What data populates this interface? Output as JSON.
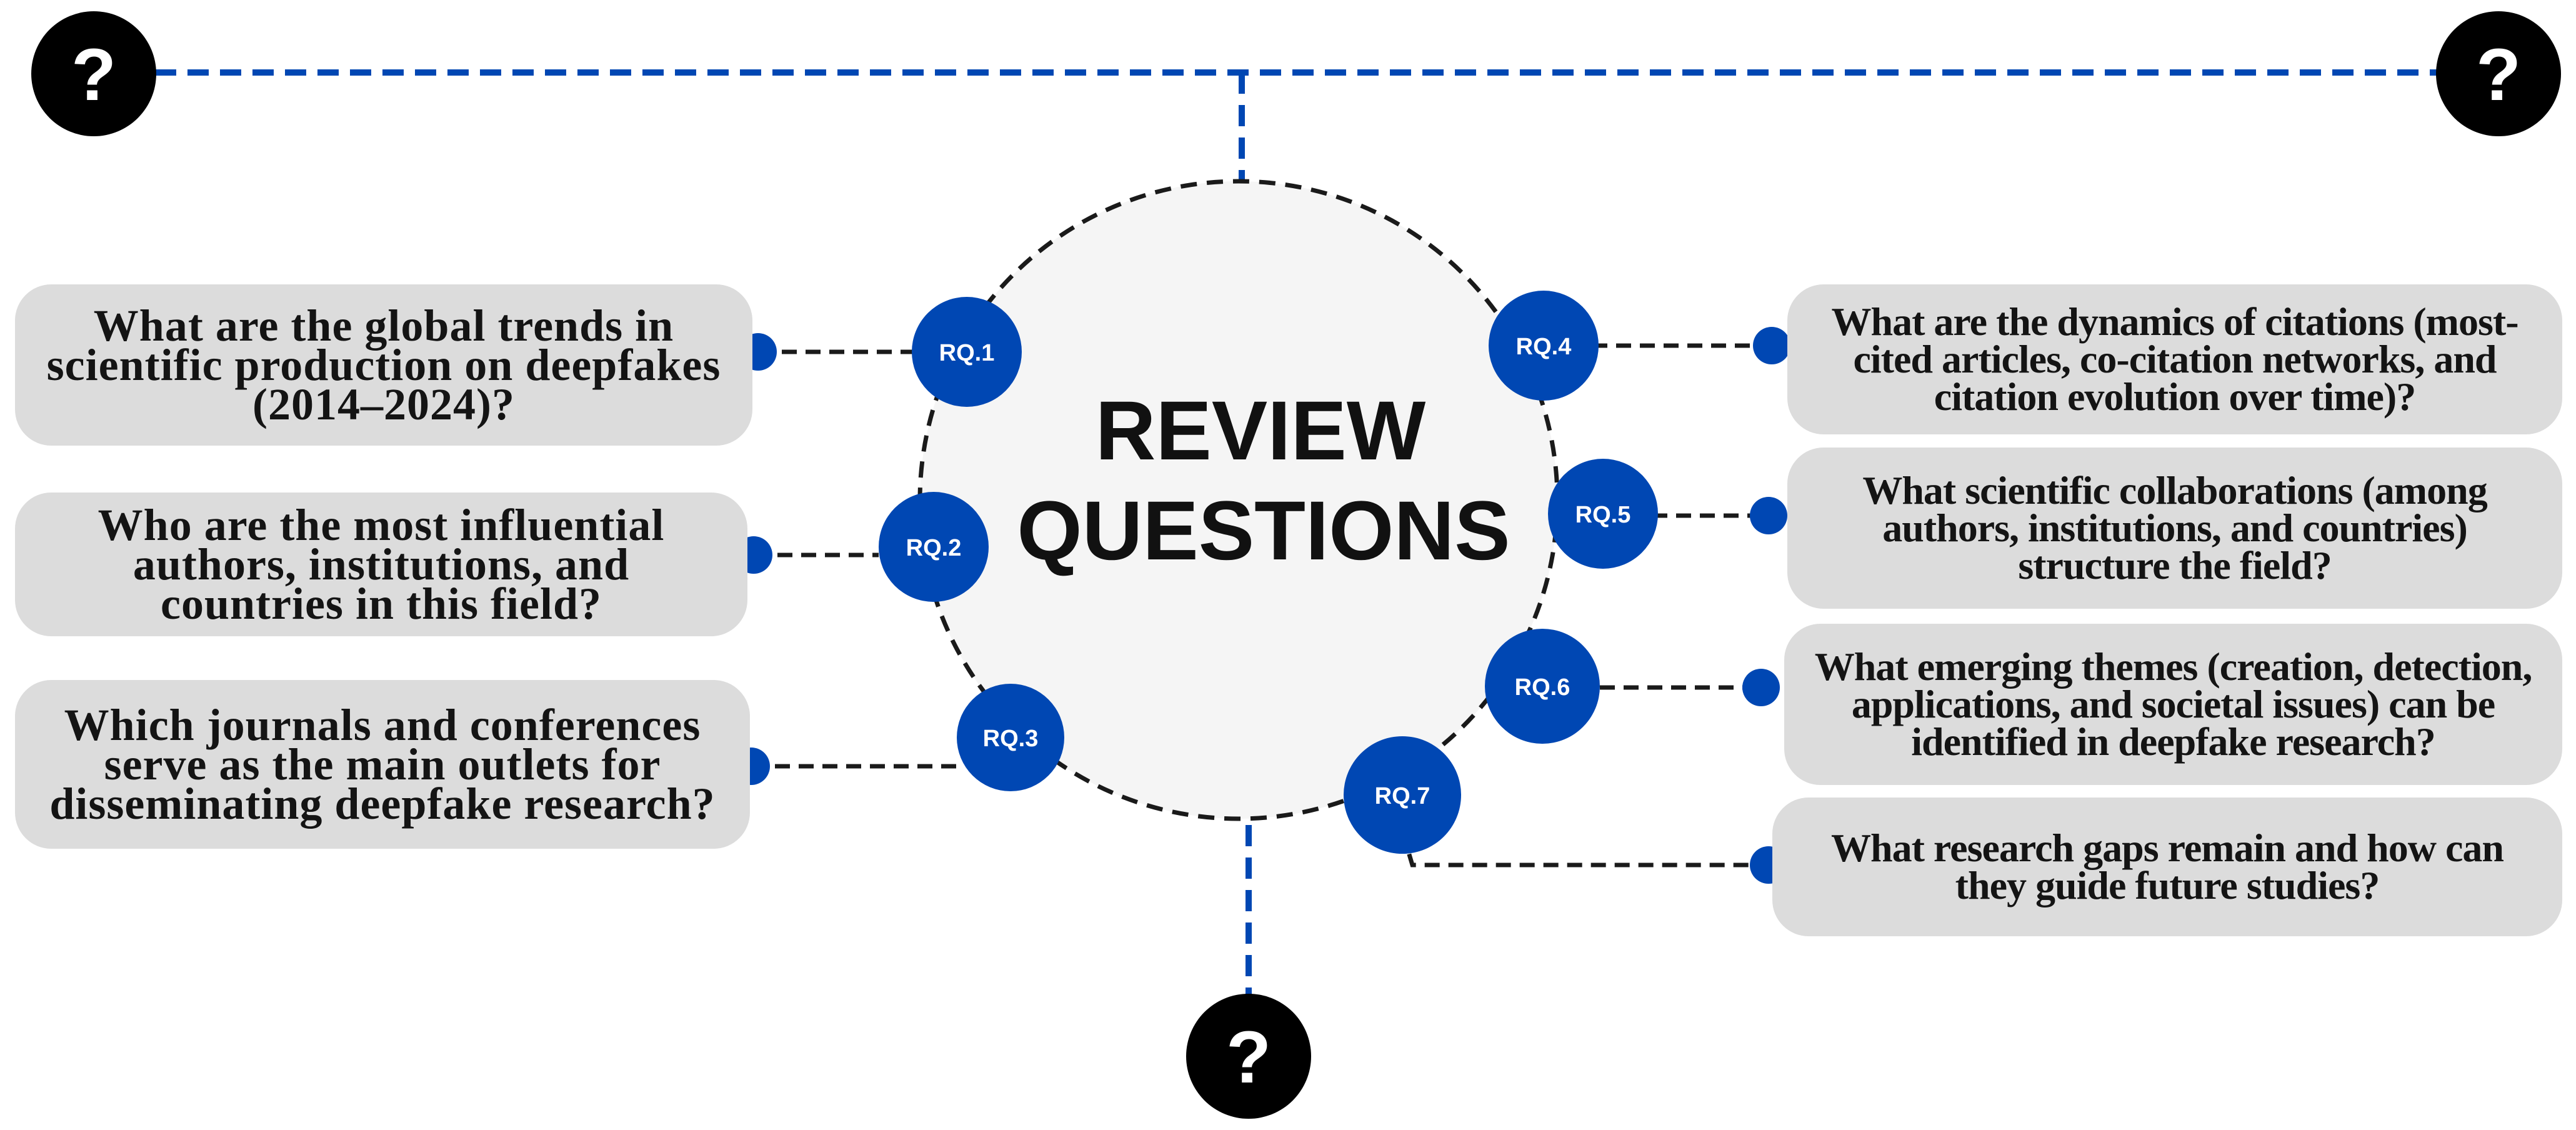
{
  "center": {
    "title_line1": "REVIEW",
    "title_line2": "QUESTIONS"
  },
  "question_icon": {
    "symbol": "?",
    "icon_name": "question-mark-icon",
    "color": "#000000"
  },
  "colors": {
    "accent_blue": "#0047b3",
    "connector_dark": "#1a1a1a",
    "box_fill": "#dcdcdc",
    "circle_fill": "#f5f5f5"
  },
  "research_questions": [
    {
      "id": "rq1",
      "label": "RQ.1",
      "text": "What are the global trends in scientific production on deepfakes (2014–2024)?"
    },
    {
      "id": "rq2",
      "label": "RQ.2",
      "text": "Who are the most influential authors, institutions, and countries in this field?"
    },
    {
      "id": "rq3",
      "label": "RQ.3",
      "text": "Which journals and conferences serve as the main outlets for disseminating deepfake research?"
    },
    {
      "id": "rq4",
      "label": "RQ.4",
      "text": "What are the dynamics of citations (most-cited articles, co-citation networks, and citation evolution over time)?"
    },
    {
      "id": "rq5",
      "label": "RQ.5",
      "text": "What scientific collaborations (among authors, institutions, and countries) structure the field?"
    },
    {
      "id": "rq6",
      "label": "RQ.6",
      "text": "What emerging themes (creation, detection, applications, and societal issues) can be identified in deepfake research?"
    },
    {
      "id": "rq7",
      "label": "RQ.7",
      "text": "What research gaps remain and how can they guide future studies?"
    }
  ]
}
